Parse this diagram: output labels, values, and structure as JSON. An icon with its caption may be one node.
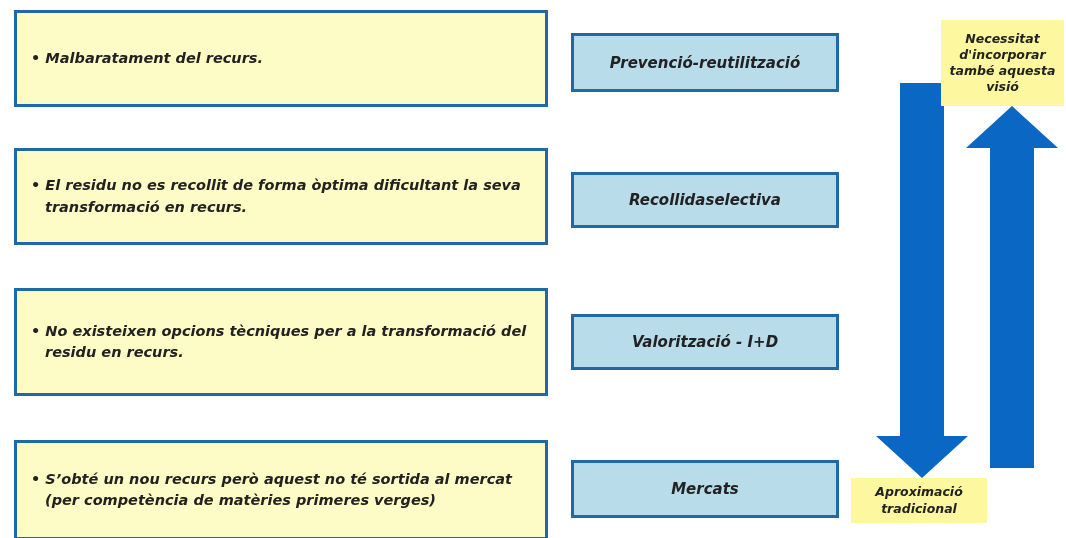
{
  "diagram": {
    "nodes": [
      {
        "text": [
          "• Malbaratament del recurs."
        ]
      },
      {
        "text": [
          "Prevenció-reutilització"
        ]
      },
      {
        "text": [
          "Necessitat d'incorporar també aquesta visió"
        ]
      },
      {
        "text": [
          "• El residu no es recollit de forma òptima dificultant la seva transformació en recurs."
        ]
      },
      {
        "text": [
          "Recollidaselectiva"
        ]
      },
      {
        "text": [
          "• No existeixen opcions tècniques per a la transformació del residu en recurs."
        ]
      },
      {
        "text": [
          "Valorització - I+D"
        ]
      },
      {
        "text": [
          "• S’obté un nou recurs però aquest no té sortida al mercat (per competència de matèries primeres verges)"
        ]
      },
      {
        "text": [
          "Mercats"
        ]
      },
      {
        "text": [
          "Aproximació tradicional"
        ]
      }
    ],
    "edges": [
      {
        "from": null,
        "to": 9,
        "arrow": "to",
        "style": "thick"
      },
      {
        "from": null,
        "to": 2,
        "arrow": "to",
        "style": "thick"
      }
    ]
  }
}
